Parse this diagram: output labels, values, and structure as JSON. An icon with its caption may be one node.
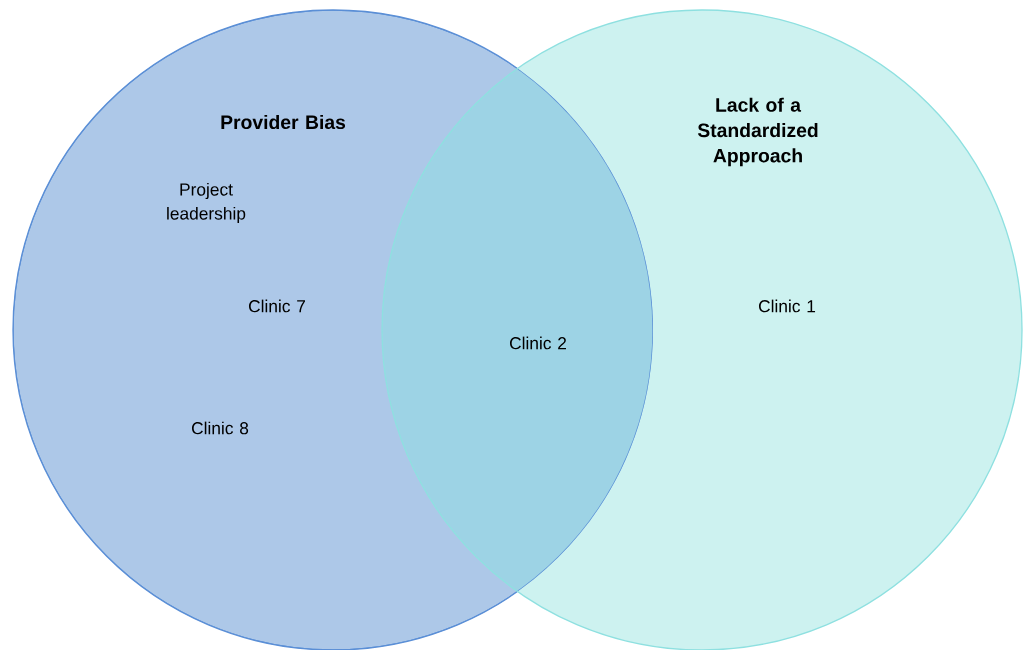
{
  "diagram": {
    "nodes": [
      {
        "text": [
          "Provider Bias"
        ]
      },
      {
        "text": [
          "Lack of a Standardized Approach"
        ]
      }
    ],
    "labels": [
      "Project leadership",
      "Clinic 7",
      "Clinic 1",
      "Clinic 2",
      "Clinic 8"
    ]
  }
}
